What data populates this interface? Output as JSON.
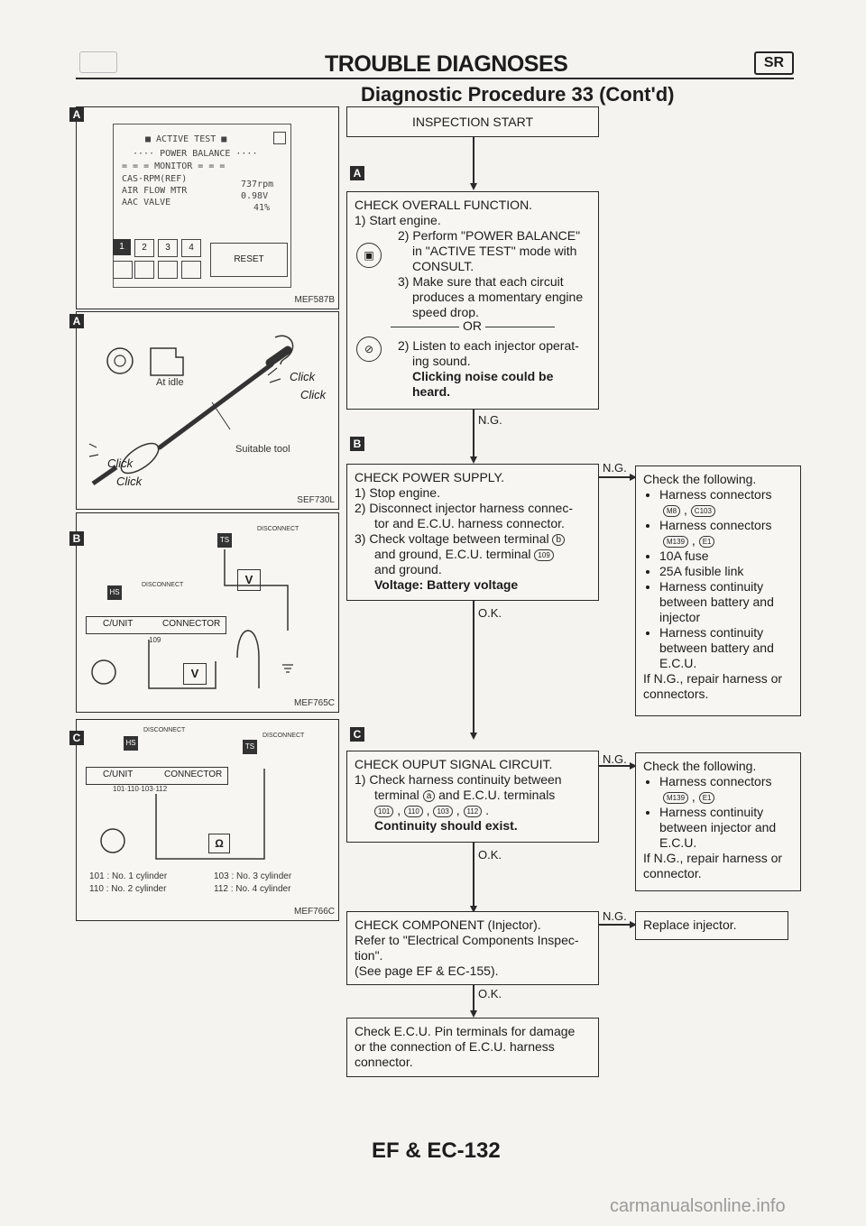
{
  "header": {
    "title": "TROUBLE DIAGNOSES",
    "badge": "SR",
    "subtitle": "Diagnostic Procedure 33 (Cont'd)"
  },
  "markers": {
    "A": "A",
    "B": "B",
    "C": "C"
  },
  "figure1": {
    "active_test": "■ ACTIVE TEST ■",
    "power_balance": "···· POWER BALANCE ····",
    "monitor": "= = = MONITOR = = =",
    "rows": [
      {
        "label": "CAS·RPM(REF)",
        "value": "737rpm"
      },
      {
        "label": "AIR FLOW MTR",
        "value": "0.98V"
      },
      {
        "label": "AAC VALVE",
        "value": "41%"
      }
    ],
    "keys": [
      "1",
      "2",
      "3",
      "4"
    ],
    "reset": "RESET",
    "code": "MEF587B"
  },
  "figure2": {
    "at_idle": "At idle",
    "click": "Click",
    "suitable_tool": "Suitable tool",
    "code": "SEF730L"
  },
  "figure3": {
    "disconnect": "DISCONNECT",
    "hs": "HS",
    "ts": "TS",
    "cunit": "C/UNIT",
    "connector": "CONNECTOR",
    "pin": "109",
    "v": "V",
    "code": "MEF765C"
  },
  "figure4": {
    "disconnect": "DISCONNECT",
    "hs": "HS",
    "ts": "TS",
    "cunit": "C/UNIT",
    "connector": "CONNECTOR",
    "pins": "101·110·103·112",
    "ohm": "Ω",
    "legend": [
      {
        "left": "101  : No. 1 cylinder",
        "right": "103  : No. 3 cylinder"
      },
      {
        "left": "110  : No. 2 cylinder",
        "right": "112  : No. 4 cylinder"
      }
    ],
    "code": "MEF766C"
  },
  "flow": {
    "start": "INSPECTION START",
    "step1": {
      "title": "CHECK OVERALL FUNCTION.",
      "s1": "1) Start engine.",
      "s2a": "2) Perform \"POWER BALANCE\"",
      "s2b": "in \"ACTIVE TEST\" mode with",
      "s2c": "CONSULT.",
      "s3a": "3) Make sure that each circuit",
      "s3b": "produces a momentary engine",
      "s3c": "speed drop.",
      "or": "OR",
      "alt1": "2) Listen to each injector operat-",
      "alt2": "ing sound.",
      "alt3": "Clicking noise could be",
      "alt4": "heard."
    },
    "ng1": "N.G.",
    "step2": {
      "title": "CHECK POWER SUPPLY.",
      "s1": "1) Stop engine.",
      "s2a": "2) Disconnect injector harness connec-",
      "s2b": "tor and E.C.U. harness connector.",
      "s3a": "3) Check voltage between terminal",
      "s3b": "and ground, E.C.U. terminal",
      "s3c": "and ground.",
      "result": "Voltage: Battery voltage"
    },
    "ng2": "N.G.",
    "side2": {
      "intro": "Check the following.",
      "items": [
        "Harness connectors",
        "Harness connectors",
        "10A fuse",
        "25A fusible link",
        "Harness continuity between battery and injector",
        "Harness continuity between battery and E.C.U."
      ],
      "conn1": [
        "M8",
        "C103"
      ],
      "conn2": [
        "M139",
        "E1"
      ],
      "footer": "If N.G., repair harness or connectors."
    },
    "ok1": "O.K.",
    "step3": {
      "title": "CHECK OUPUT SIGNAL CIRCUIT.",
      "s1a": "1) Check harness continuity between",
      "s1b": "terminal",
      "s1c": "and E.C.U. terminals",
      "result": "Continuity should exist."
    },
    "ng3": "N.G.",
    "side3": {
      "intro": "Check the following.",
      "items": [
        "Harness connectors",
        "Harness continuity between injector and E.C.U."
      ],
      "conn": [
        "M139",
        "E1"
      ],
      "footer": "If N.G., repair harness or connector."
    },
    "ok2": "O.K.",
    "step4": {
      "title": "CHECK COMPONENT (Injector).",
      "l1": "Refer to \"Electrical Components Inspec-",
      "l2": "tion\".",
      "l3": "(See page EF & EC-155)."
    },
    "ng4": "N.G.",
    "side4": "Replace injector.",
    "ok3": "O.K.",
    "final": {
      "l1": "Check E.C.U. Pin terminals for damage",
      "l2": "or the connection of E.C.U. harness",
      "l3": "connector."
    },
    "term_b": "b",
    "term_a": "a",
    "term_109": "109",
    "terms": [
      "101",
      "110",
      "103",
      "112"
    ]
  },
  "footer": {
    "page": "EF & EC-132",
    "watermark": "carmanualsonline.info"
  }
}
